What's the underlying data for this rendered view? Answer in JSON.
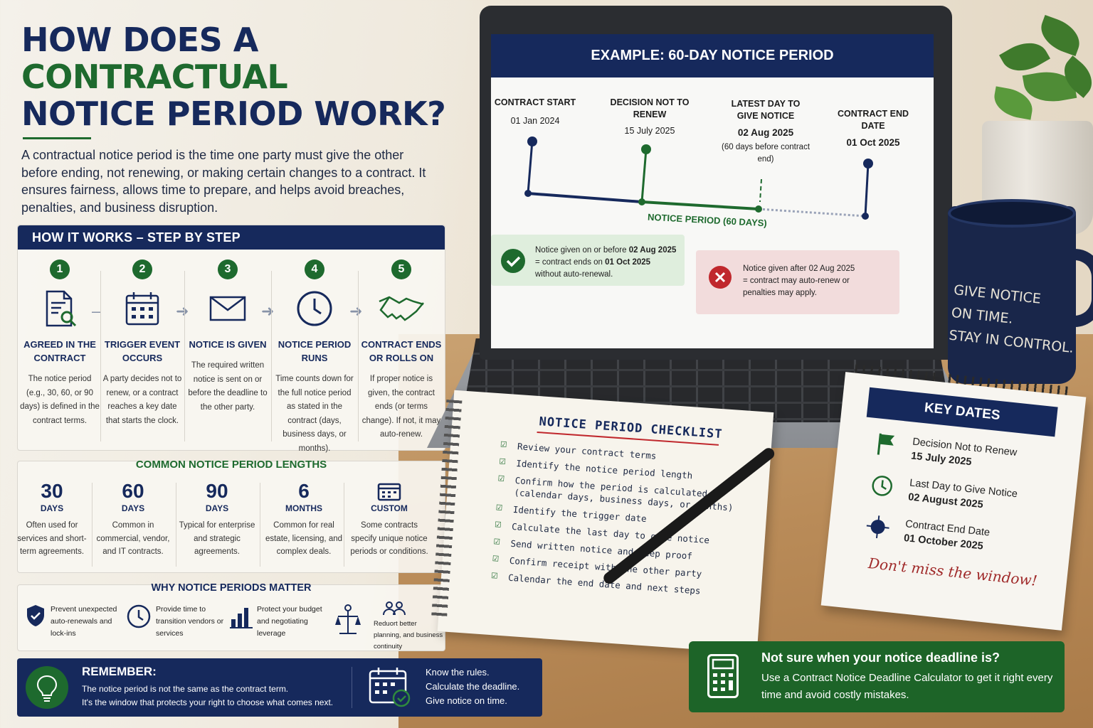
{
  "title": {
    "line1": "HOW DOES A",
    "line2": "CONTRACTUAL",
    "line3": "NOTICE PERIOD WORK?"
  },
  "intro": "A contractual notice period is the time one party must give the other before ending, not renewing, or making certain changes to a contract. It ensures fairness, allows time to prepare, and helps avoid breaches, penalties, and business disruption.",
  "steps": {
    "header": "HOW IT WORKS – STEP BY STEP",
    "items": [
      {
        "num": "1",
        "label": "AGREED IN THE CONTRACT",
        "desc": "The notice period (e.g., 30, 60, or 90 days) is defined in the contract terms."
      },
      {
        "num": "2",
        "label": "TRIGGER EVENT OCCURS",
        "desc": "A party decides not to renew, or a contract reaches a key date that starts the clock."
      },
      {
        "num": "3",
        "label": "NOTICE IS GIVEN",
        "desc": "The required written notice is sent on or before the deadline to the other party."
      },
      {
        "num": "4",
        "label": "NOTICE PERIOD RUNS",
        "desc": "Time counts down for the full notice period as stated in the contract (days, business days, or months)."
      },
      {
        "num": "5",
        "label": "CONTRACT ENDS OR ROLLS ON",
        "desc": "If proper notice is given, the contract ends (or terms change). If not, it may auto-renew."
      }
    ]
  },
  "lengths": {
    "title": "COMMON NOTICE PERIOD LENGTHS",
    "items": [
      {
        "big": "30",
        "unit": "DAYS",
        "desc": "Often used for services and short-term agreements."
      },
      {
        "big": "60",
        "unit": "DAYS",
        "desc": "Common in commercial, vendor, and IT contracts."
      },
      {
        "big": "90",
        "unit": "DAYS",
        "desc": "Typical for enterprise and strategic agreements."
      },
      {
        "big": "6",
        "unit": "MONTHS",
        "desc": "Common for real estate, licensing, and complex deals."
      },
      {
        "big": "",
        "unit": "CUSTOM",
        "desc": "Some contracts specify unique notice periods or conditions."
      }
    ]
  },
  "why": {
    "title": "WHY NOTICE PERIODS MATTER",
    "items": [
      {
        "icon": "shield-icon",
        "text": "Prevent unexpected auto-renewals and lock-ins"
      },
      {
        "icon": "clock-icon",
        "text": "Provide time to transition vendors or services"
      },
      {
        "icon": "bar-chart-icon",
        "text": "Protect your budget and negotiating leverage"
      },
      {
        "icon": "scales-icon",
        "text": ""
      },
      {
        "icon": "people-icon",
        "text": "Reduort better planning, and business continuity"
      }
    ]
  },
  "remember": {
    "title": "REMEMBER:",
    "line1": "The notice period is not the same as the contract term.",
    "line2": "It's the window that protects your right to choose what comes next.",
    "right1": "Know the rules.",
    "right2": "Calculate the deadline.",
    "right3": "Give notice on time."
  },
  "screen": {
    "header": "EXAMPLE: 60-DAY NOTICE PERIOD",
    "timeline": [
      {
        "label": "CONTRACT START",
        "date": "01 Jan 2024"
      },
      {
        "label": "DECISION NOT TO RENEW",
        "date": "15 July 2025"
      },
      {
        "label": "LATEST DAY TO GIVE NOTICE",
        "date": "02 Aug 2025",
        "note": "(60 days before contract end)"
      },
      {
        "label": "CONTRACT END DATE",
        "date": "01 Oct 2025"
      }
    ],
    "notice_label": "NOTICE PERIOD (60 DAYS)",
    "good_box": {
      "a": "Notice given on or before ",
      "b": "02 Aug 2025",
      "c": "= contract ends on ",
      "d": "01 Oct 2025",
      "e": "without auto-renewal."
    },
    "bad_box": {
      "a": "Notice given after 02 Aug 2025",
      "b": "= contract may auto-renew or",
      "c": "penalties may apply."
    }
  },
  "mug": {
    "line1": "GIVE NOTICE",
    "line2": "ON TIME.",
    "line3": "STAY IN CONTROL."
  },
  "checklist": {
    "title": "NOTICE PERIOD CHECKLIST",
    "items": [
      "Review your contract terms",
      "Identify the notice period length",
      "Confirm how the period is calculated (calendar days, business days, or months)",
      "Identify the trigger date",
      "Calculate the last day to give notice",
      "Send written notice and keep proof",
      "Confirm receipt with the other party",
      "Calendar the end date and next steps"
    ]
  },
  "key_dates": {
    "title": "KEY DATES",
    "items": [
      {
        "icon": "flag-icon",
        "label": "Decision Not to Renew",
        "date": "15 July 2025"
      },
      {
        "icon": "clock-icon",
        "label": "Last Day to Give Notice",
        "date": "02 August 2025"
      },
      {
        "icon": "target-icon",
        "label": "Contract End Date",
        "date": "01 October 2025"
      }
    ],
    "handwriting": "Don't miss the window!"
  },
  "cta": {
    "title": "Not sure when your notice deadline is?",
    "text": "Use a Contract Notice Deadline Calculator to get it right every time and avoid costly mistakes."
  },
  "colors": {
    "navy": "#16295c",
    "green": "#1e6a2e",
    "red": "#c0282d"
  }
}
